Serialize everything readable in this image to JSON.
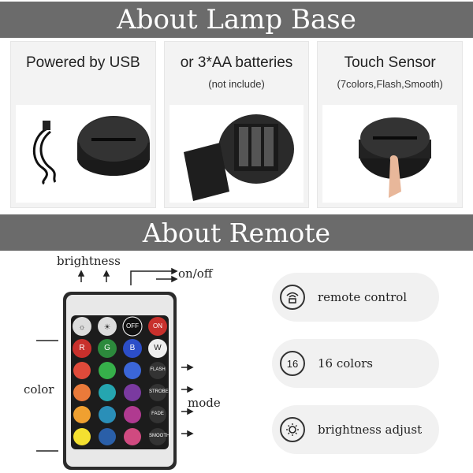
{
  "banner_top": "About Lamp Base",
  "banner_mid": "About Remote",
  "panels": [
    {
      "title": "Powered by USB",
      "sub": ""
    },
    {
      "title": "or 3*AA batteries",
      "sub": "(not include)"
    },
    {
      "title": "Touch Sensor",
      "sub": "(7colors,Flash,Smooth)"
    }
  ],
  "labels": {
    "brightness": "brightness",
    "onoff": "on/off",
    "color": "color",
    "mode": "mode"
  },
  "remote_buttons": {
    "off": "OFF",
    "on": "ON",
    "r": "R",
    "g": "G",
    "b": "B",
    "w": "W",
    "flash": "FLASH",
    "strobe": "STROBE",
    "fade": "FADE",
    "smooth": "SMOOTH"
  },
  "features": [
    {
      "icon": "remote-icon",
      "text": "remote control"
    },
    {
      "icon": "16",
      "text": "16 colors"
    },
    {
      "icon": "brightness-icon",
      "text": "brightness adjust"
    }
  ]
}
